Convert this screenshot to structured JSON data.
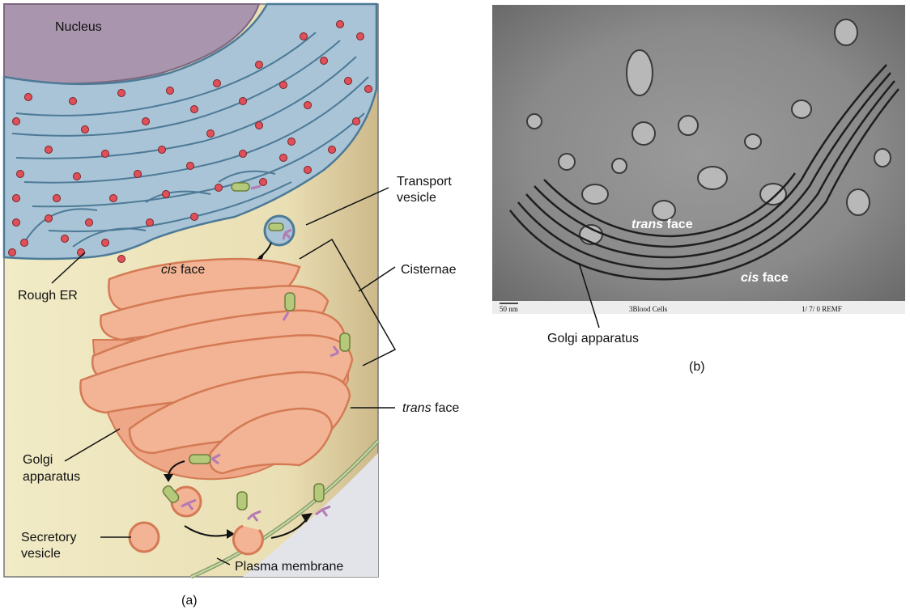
{
  "panel_a": {
    "caption": "(a)",
    "labels": {
      "nucleus": "Nucleus",
      "rough_er": "Rough ER",
      "cis_prefix": "cis",
      "cis_suffix": " face",
      "transport_1": "Transport",
      "transport_2": "vesicle",
      "cisternae": "Cisternae",
      "trans_prefix": "trans",
      "trans_suffix": " face",
      "golgi_1": "Golgi",
      "golgi_2": "apparatus",
      "secretory_1": "Secretory",
      "secretory_2": "vesicle",
      "plasma_membrane": "Plasma membrane"
    }
  },
  "panel_b": {
    "caption": "(b)",
    "labels": {
      "trans_prefix": "trans",
      "trans_suffix": " face",
      "cis_prefix": "cis",
      "cis_suffix": " face",
      "golgi": "Golgi apparatus"
    },
    "micrograph_footer": {
      "scale": "50 nm",
      "sample": "3Blood Cells",
      "info": "1/ 7/ 0   REMF"
    }
  },
  "colors": {
    "cytoplasm": "#efe7c0",
    "er": "#a9c4d6",
    "er_outline": "#4d7a97",
    "nucleus": "#a995ad",
    "golgi": "#f2b494",
    "golgi_outline": "#d47a55",
    "ribosome": "#e0505a",
    "vesicle_cargo": "#b4c97a",
    "cargo_purple": "#b47ab4",
    "extracell": "#e3e4ea"
  }
}
